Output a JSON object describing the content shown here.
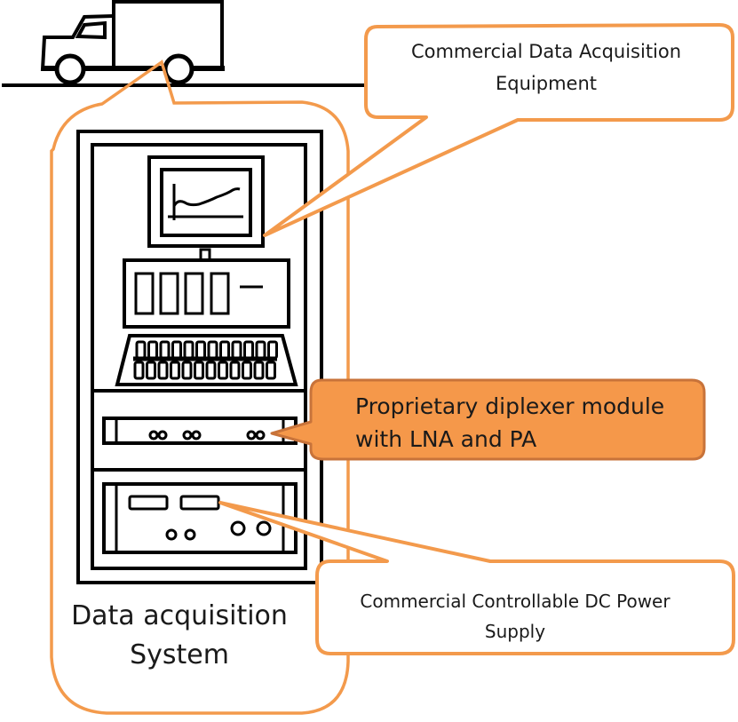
{
  "diagram": {
    "title": "Data acquisition system in truck",
    "colors": {
      "accent": "#f39a4c",
      "accent_fill": "#f5984a",
      "accent_border": "#c8733a",
      "ink": "#000000",
      "text": "#1a1a1a"
    },
    "system_label": {
      "line1": "Data acquisition",
      "line2": "System"
    },
    "callouts": {
      "daq_equipment": {
        "line1": "Commercial Data Acquisition",
        "line2": "Equipment"
      },
      "diplexer": {
        "line1": "Proprietary diplexer module",
        "line2": "with LNA and PA"
      },
      "power_supply": {
        "line1": "Commercial Controllable DC Power",
        "line2": "Supply"
      }
    },
    "icons": [
      "truck-icon",
      "monitor-icon",
      "keyboard-icon",
      "rack-icon",
      "power-supply-icon",
      "diplexer-module-icon"
    ]
  }
}
